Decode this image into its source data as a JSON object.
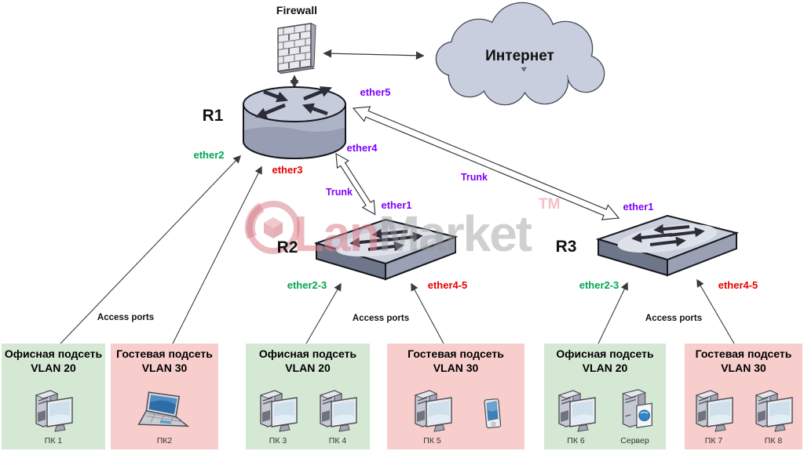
{
  "diagram": {
    "firewall_label": "Firewall",
    "internet_label": "Интернет",
    "router1": "R1",
    "switch2": "R2",
    "switch3": "R3",
    "access_ports": "Access ports"
  },
  "ports": {
    "r1e2": "ether2",
    "r1e3": "ether3",
    "r1e4": "ether4",
    "r1e5": "ether5",
    "r2e1": "ether1",
    "r2e23": "ether2-3",
    "r2e45": "ether4-5",
    "r3e1": "ether1",
    "r3e23": "ether2-3",
    "r3e45": "ether4-5"
  },
  "trunks": {
    "r1_r2": "Trunk",
    "r1_r3": "Trunk"
  },
  "watermark": {
    "lan": "Lan",
    "market": "Market",
    "tm": "TM"
  },
  "colors": {
    "office_subnet_bg": "#d5e8d4",
    "guest_subnet_bg": "#f8cecc",
    "port_green": "#00a650",
    "port_red": "#e80000",
    "port_purple": "#7f00ff",
    "cloud_fill": "#c9cede",
    "node_fill": "#c9cedb"
  },
  "subnets": [
    {
      "type": "office",
      "title": "Офисная подсеть",
      "vlan": "VLAN 20",
      "devices": [
        {
          "icon": "pc",
          "label": "ПК 1"
        }
      ]
    },
    {
      "type": "guest",
      "title": "Гостевая подсеть",
      "vlan": "VLAN 30",
      "devices": [
        {
          "icon": "laptop",
          "label": "ПК2"
        }
      ]
    },
    {
      "type": "office",
      "title": "Офисная подсеть",
      "vlan": "VLAN 20",
      "devices": [
        {
          "icon": "pc",
          "label": "ПК 3"
        },
        {
          "icon": "pc",
          "label": "ПК 4"
        }
      ]
    },
    {
      "type": "guest",
      "title": "Гостевая подсеть",
      "vlan": "VLAN 30",
      "devices": [
        {
          "icon": "pc",
          "label": "ПК 5"
        },
        {
          "icon": "phone"
        }
      ]
    },
    {
      "type": "office",
      "title": "Офисная подсеть",
      "vlan": "VLAN 20",
      "devices": [
        {
          "icon": "pc",
          "label": "ПК 6"
        },
        {
          "icon": "server",
          "label": "Сервер"
        }
      ]
    },
    {
      "type": "guest",
      "title": "Гостевая подсеть",
      "vlan": "VLAN 30",
      "devices": [
        {
          "icon": "pc",
          "label": "ПК 7"
        },
        {
          "icon": "pc",
          "label": "ПК 8"
        }
      ]
    }
  ]
}
